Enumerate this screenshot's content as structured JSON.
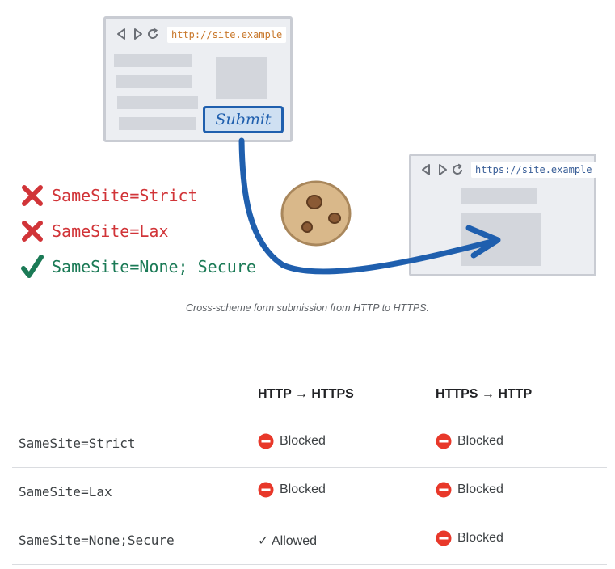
{
  "figure": {
    "source_url": "http://site.example",
    "target_url": "https://site.example",
    "submit_label": "Submit",
    "legend": [
      {
        "icon": "red-x-icon",
        "text": "SameSite=Strict",
        "status": "blocked"
      },
      {
        "icon": "red-x-icon",
        "text": "SameSite=Lax",
        "status": "blocked"
      },
      {
        "icon": "green-checkmark-icon",
        "text": "SameSite=None; Secure",
        "status": "allowed"
      }
    ],
    "caption": "Cross-scheme form submission from HTTP to HTTPS.",
    "colors": {
      "blocked": "#d13438",
      "allowed": "#1b7a56",
      "arrow": "#1f5fae"
    }
  },
  "table": {
    "headers": [
      "",
      "HTTP → HTTPS",
      "HTTPS → HTTP"
    ],
    "rows": [
      {
        "attribute": "SameSite=Strict",
        "cells": [
          {
            "icon": "blocked-icon",
            "text": "Blocked"
          },
          {
            "icon": "blocked-icon",
            "text": "Blocked"
          }
        ]
      },
      {
        "attribute": "SameSite=Lax",
        "cells": [
          {
            "icon": "blocked-icon",
            "text": "Blocked"
          },
          {
            "icon": "blocked-icon",
            "text": "Blocked"
          }
        ]
      },
      {
        "attribute": "SameSite=None;Secure",
        "cells": [
          {
            "icon": "check-icon",
            "text": "✓ Allowed"
          },
          {
            "icon": "blocked-icon",
            "text": "Blocked"
          }
        ]
      }
    ]
  }
}
